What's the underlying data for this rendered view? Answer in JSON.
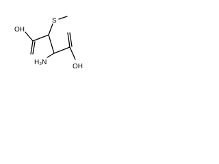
{
  "structure": {
    "atoms": {
      "thio": "S",
      "acid_top": "OH",
      "acid_bottom": "OH",
      "amine": "H₂N"
    },
    "colors": {
      "bond": "#000000",
      "background": "#ffffff"
    }
  }
}
